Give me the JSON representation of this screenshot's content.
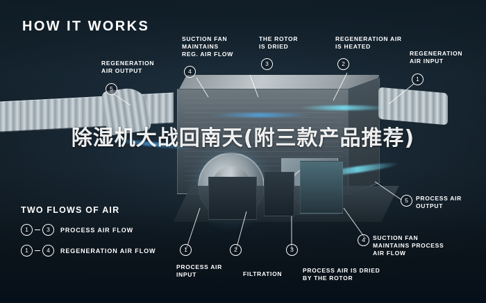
{
  "title": "HOW IT WORKS",
  "watermark": "除湿机大战回南天(附三款产品推荐)",
  "callouts": [
    {
      "num": "1",
      "label": "REGENERATION\nAIR INPUT"
    },
    {
      "num": "2",
      "label": "REGENERATION AIR\nIS HEATED"
    },
    {
      "num": "3",
      "label": "THE ROTOR\nIS DRIED"
    },
    {
      "num": "4",
      "label": "SUCTION FAN\nMAINTAINS\nREG. AIR FLOW"
    },
    {
      "num": "5",
      "label": "REGENERATION\nAIR OUTPUT"
    },
    {
      "num": "1",
      "label": "PROCESS AIR\nINPUT"
    },
    {
      "num": "2",
      "label": "FILTRATION"
    },
    {
      "num": "3",
      "label": "PROCESS AIR IS DRIED\nBY THE ROTOR"
    },
    {
      "num": "4",
      "label": "SUCTION FAN\nMAINTAINS PROCESS\nAIR FLOW"
    },
    {
      "num": "5",
      "label": "PROCESS AIR\nOUTPUT"
    }
  ],
  "legend": {
    "title": "TWO FLOWS OF AIR",
    "rows": [
      {
        "from": "1",
        "to": "3",
        "text": "PROCESS AIR FLOW"
      },
      {
        "from": "1",
        "to": "4",
        "text": "REGENERATION AIR FLOW"
      }
    ]
  },
  "colors": {
    "accent_cyan": "#7ae6f7",
    "accent_blue": "#4f9fe0",
    "text": "#ffffff",
    "background": "#0d161d"
  }
}
